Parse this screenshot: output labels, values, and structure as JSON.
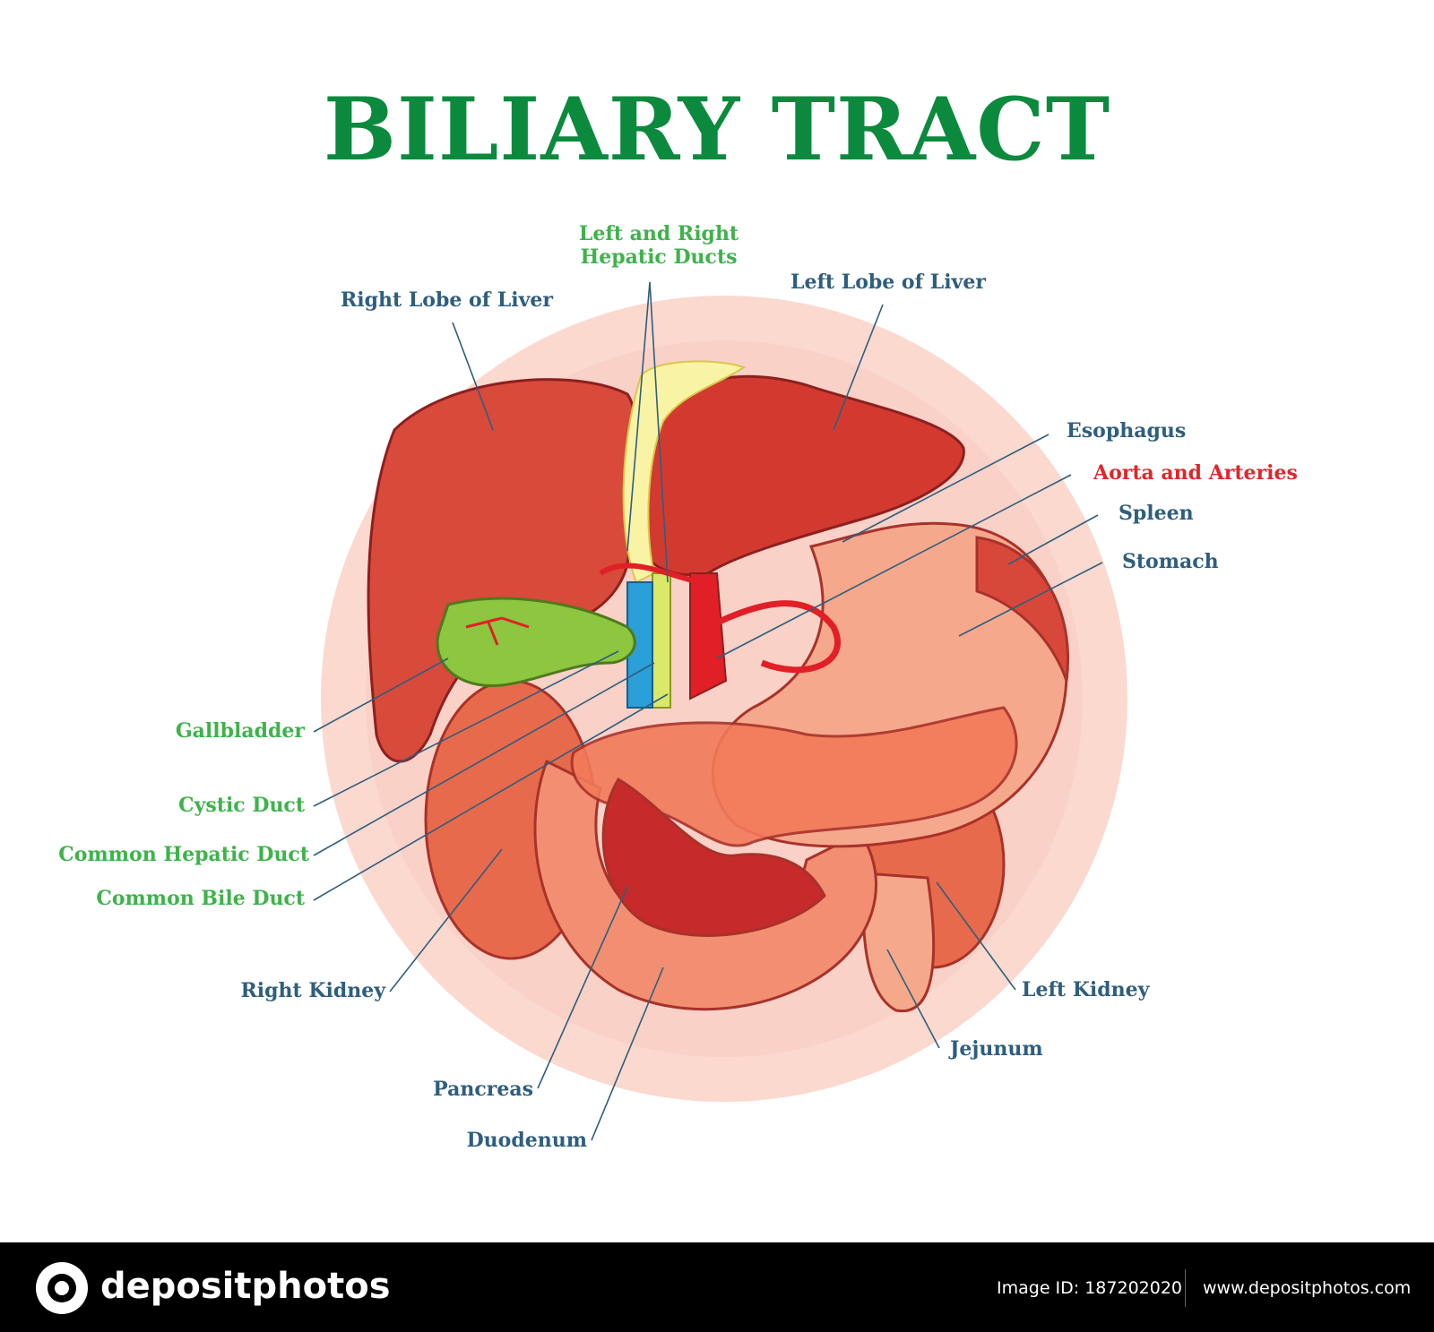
{
  "title": "BILIARY TRACT",
  "colors": {
    "title": "#0b8a3e",
    "label_blue": "#2e5e7e",
    "label_green": "#3db34a",
    "label_red": "#e0262b",
    "background_circle": "#f8d9d0",
    "liver": "#cf3a30",
    "gallbladder": "#8dc63f",
    "duct_yellow": "#f8f2a0",
    "duct_blue": "#2a9fd8",
    "artery": "#e11f26"
  },
  "labels": {
    "hepatic_ducts_line1": "Left and Right",
    "hepatic_ducts_line2": "Hepatic Ducts",
    "right_lobe": "Right Lobe of Liver",
    "left_lobe": "Left Lobe of Liver",
    "esophagus": "Esophagus",
    "aorta": "Aorta and Arteries",
    "spleen": "Spleen",
    "stomach": "Stomach",
    "gallbladder": "Gallbladder",
    "cystic_duct": "Cystic Duct",
    "common_hepatic_duct": "Common Hepatic Duct",
    "common_bile_duct": "Common Bile Duct",
    "right_kidney": "Right Kidney",
    "left_kidney": "Left Kidney",
    "jejunum": "Jejunum",
    "pancreas": "Pancreas",
    "duodenum": "Duodenum"
  },
  "footer": {
    "brand": "depositphotos",
    "image_id": "Image ID: 187202020",
    "website": "www.depositphotos.com"
  }
}
